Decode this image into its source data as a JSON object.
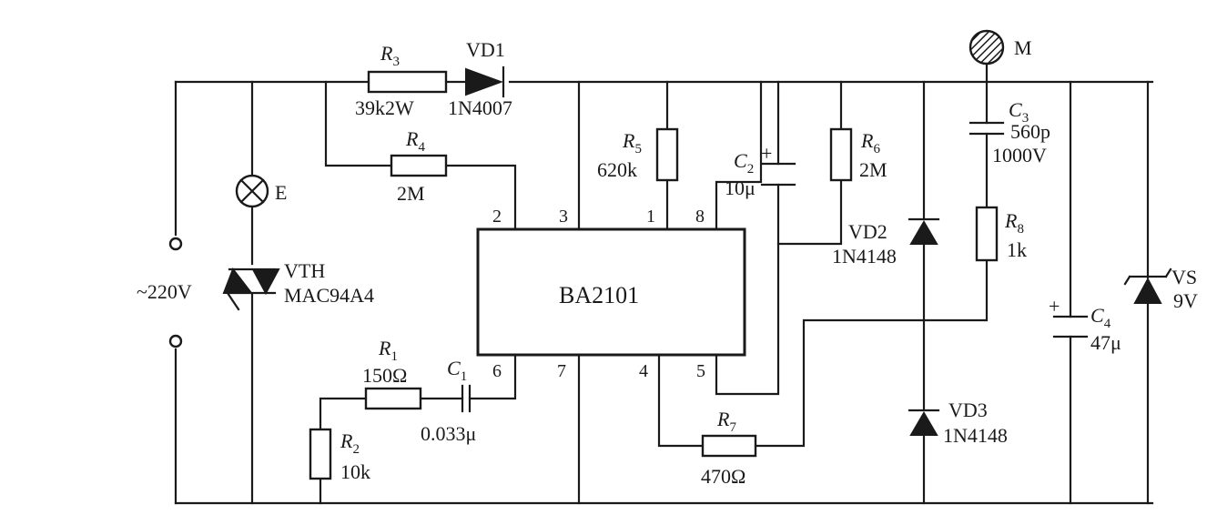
{
  "supply": {
    "label": "~220V"
  },
  "lamp": {
    "ref": "E"
  },
  "triac": {
    "ref": "VTH",
    "part": "MAC94A4"
  },
  "ic": {
    "part": "BA2101",
    "pins": [
      "1",
      "2",
      "3",
      "4",
      "5",
      "6",
      "7",
      "8"
    ]
  },
  "r1": {
    "ref": "R",
    "sub": "1",
    "value": "150Ω"
  },
  "r2": {
    "ref": "R",
    "sub": "2",
    "value": "10k"
  },
  "r3": {
    "ref": "R",
    "sub": "3",
    "value": "39k2W"
  },
  "r4": {
    "ref": "R",
    "sub": "4",
    "value": "2M"
  },
  "r5": {
    "ref": "R",
    "sub": "5",
    "value": "620k"
  },
  "r6": {
    "ref": "R",
    "sub": "6",
    "value": "2M"
  },
  "r7": {
    "ref": "R",
    "sub": "7",
    "value": "470Ω"
  },
  "r8": {
    "ref": "R",
    "sub": "8",
    "value": "1k"
  },
  "c1": {
    "ref": "C",
    "sub": "1",
    "value": "0.033μ"
  },
  "c2": {
    "ref": "C",
    "sub": "2",
    "value": "10μ",
    "polarity": "+"
  },
  "c3": {
    "ref": "C",
    "sub": "3",
    "value": "560p",
    "voltage": "1000V"
  },
  "c4": {
    "ref": "C",
    "sub": "4",
    "value": "47μ",
    "polarity": "+"
  },
  "vd1": {
    "ref": "VD1",
    "part": "1N4007"
  },
  "vd2": {
    "ref": "VD2",
    "part": "1N4148"
  },
  "vd3": {
    "ref": "VD3",
    "part": "1N4148"
  },
  "vs": {
    "ref": "VS",
    "value": "9V"
  },
  "touch": {
    "ref": "M"
  }
}
